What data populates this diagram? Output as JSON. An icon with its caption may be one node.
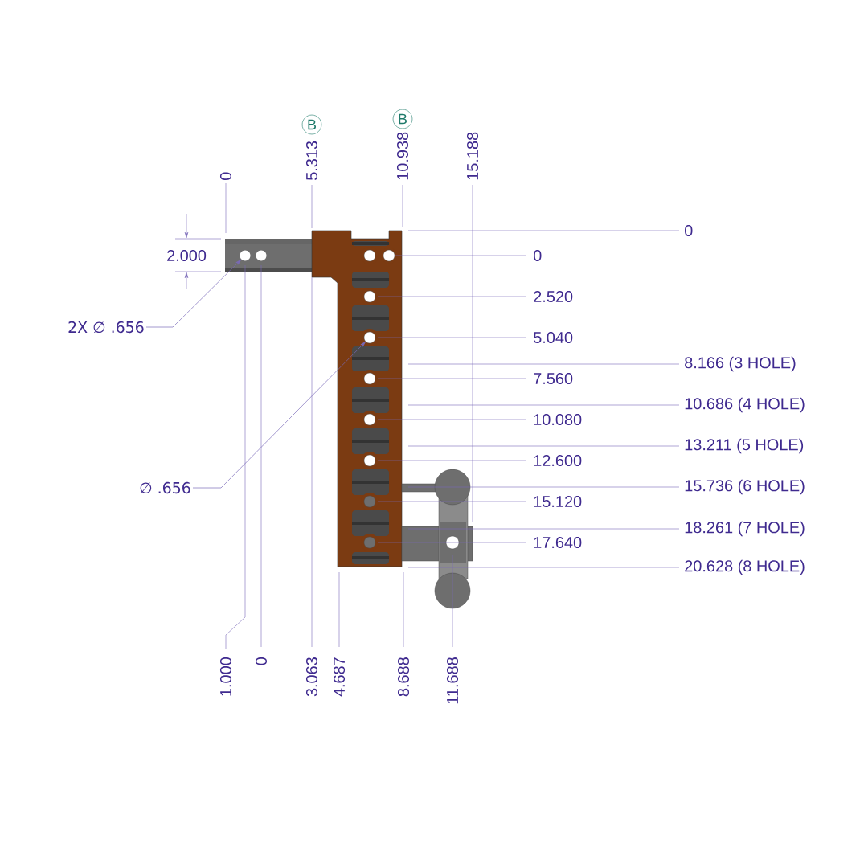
{
  "diagram": {
    "nodes": [
      {
        "text": [
          "B"
        ]
      },
      {
        "text": [
          "B"
        ]
      },
      {
        "text": [
          "2X ∅ .656"
        ]
      },
      {
        "text": [
          "∅ .656"
        ]
      }
    ],
    "edges": [
      {
        "from": 2,
        "to": null,
        "arrow": "to"
      },
      {
        "from": 3,
        "to": null,
        "arrow": "to"
      }
    ],
    "labels": [
      "0",
      "5.313",
      "10.938",
      "15.188",
      "0",
      "2.000",
      "0",
      "2.520",
      "5.040",
      "8.166 (3 HOLE)",
      "7.560",
      "10.686 (4 HOLE)",
      "10.080",
      "13.211 (5 HOLE)",
      "12.600",
      "15.736 (6 HOLE)",
      "15.120",
      "18.261 (7 HOLE)",
      "17.640",
      "20.628 (8 HOLE)",
      "1.000",
      "0",
      "3.063",
      "4.687",
      "8.688",
      "11.688"
    ]
  }
}
